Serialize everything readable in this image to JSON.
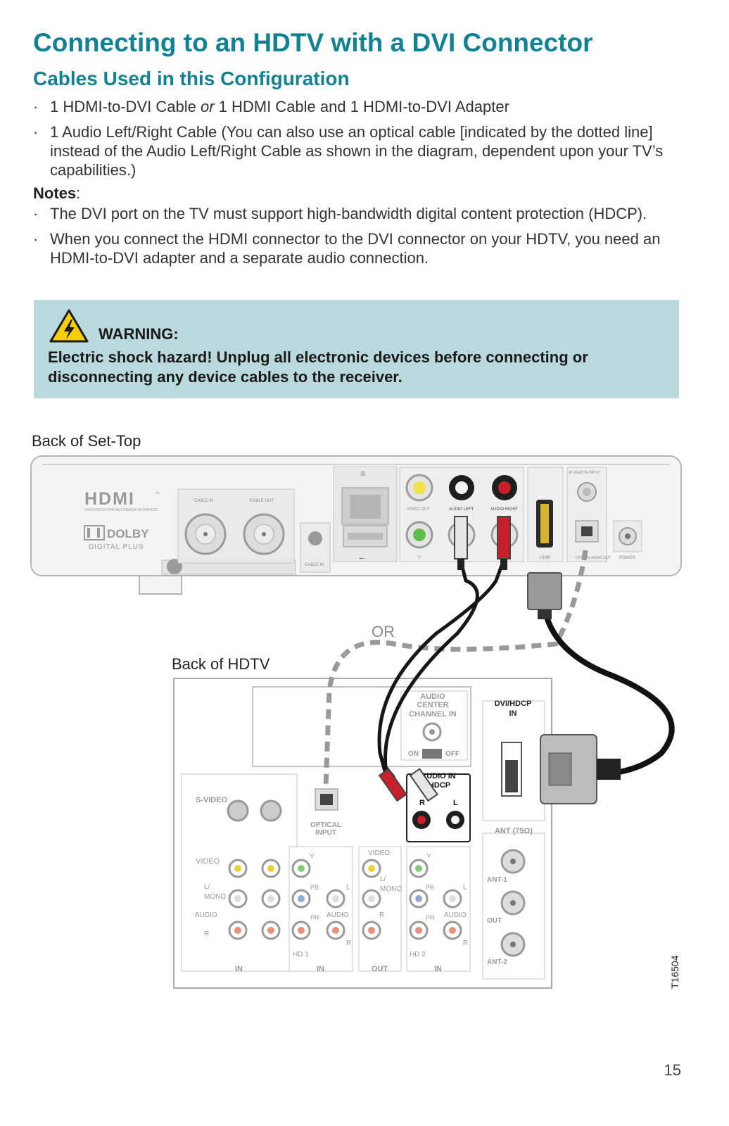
{
  "heading": "Connecting to an HDTV with a DVI Connector",
  "subheading": "Cables Used in this Configuration",
  "cables": [
    {
      "pre": "1 HDMI-to-DVI Cable ",
      "em": "or",
      "post": " 1 HDMI Cable and 1 HDMI-to-DVI Adapter"
    },
    {
      "pre": "1 Audio Left/Right Cable (You can also use an optical cable [indicated by the dotted line] instead of the Audio Left/Right Cable as shown in the diagram, dependent upon your TV’s capabilities.)",
      "em": "",
      "post": ""
    }
  ],
  "notes_label": "Notes",
  "notes": [
    "The DVI port on the TV must support high-bandwidth digital content protection (HDCP).",
    "When you connect the HDMI connector to the DVI connector on your HDTV, you need an HDMI-to-DVI adapter and a separate audio connection."
  ],
  "warning": {
    "title": "WARNING:",
    "text": "Electric shock hazard! Unplug all electronic devices before connecting or disconnecting any device cables to the receiver."
  },
  "diagram": {
    "set_top_label": "Back of Set-Top",
    "hdtv_label": "Back of HDTV",
    "or_label": "OR",
    "figure_id": "T16504",
    "set_top": {
      "hdmi_logo": "HDMI",
      "hdmi_tm": "™",
      "hdmi_tagline": "HIGH-DEFINITION MULTIMEDIA INTERFACE",
      "dolby_logo": "DOLBY",
      "dolby_sub": "DIGITAL PLUS",
      "cable_in": "CABLE IN",
      "cable_out": "CABLE OUT",
      "cable_in_2": "CABLE IN",
      "video_out": "VIDEO OUT",
      "audio_left": "AUDIO LEFT",
      "audio_right": "AUDIO RIGHT",
      "y": "Y",
      "hdmi_port": "HDMI",
      "ir_remote": "IR REMOTE INPUT",
      "optical_out": "OPTICAL AUDIO OUT",
      "power": "POWER"
    },
    "hdtv": {
      "audio_center": [
        "AUDIO",
        "CENTER",
        "CHANNEL IN"
      ],
      "on": "ON",
      "off": "OFF",
      "dvi_hdcp": [
        "DVI/HDCP",
        "IN"
      ],
      "audio_in_hdcp": [
        "AUDIO IN",
        "/HDCP"
      ],
      "r": "R",
      "l": "L",
      "s_video": "S-VIDEO",
      "optical_input": [
        "OPTICAL",
        "INPUT"
      ],
      "ant": "ANT (75Ω)",
      "ant1": "ANT-1",
      "out": "OUT",
      "ant2": "ANT-2",
      "video": "VIDEO",
      "l_mono": [
        "L/",
        "MONO"
      ],
      "audio": "AUDIO",
      "y": "Y",
      "pb": "PB",
      "pr": "PR",
      "hd1": "HD 1",
      "hd2": "HD 2",
      "in": "IN",
      "outb": "OUT"
    }
  },
  "page_number": "15"
}
